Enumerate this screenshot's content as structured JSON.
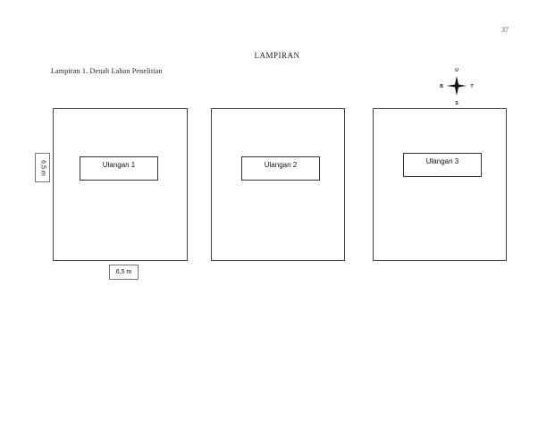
{
  "page": {
    "number": "37",
    "section_title": "LAMPIRAN",
    "attachment_title": "Lampiran 1. Denah Lahan Penelitian"
  },
  "compass": {
    "north": "U",
    "south": "S",
    "west": "B",
    "east": "T"
  },
  "plots": [
    {
      "label": "Ulangan 1"
    },
    {
      "label": "Ulangan 2"
    },
    {
      "label": "Ulangan 3"
    }
  ],
  "dimensions": {
    "width_label": "6,5 m",
    "height_label": "6,5 m"
  },
  "colors": {
    "border": "#444444",
    "text": "#222222"
  }
}
